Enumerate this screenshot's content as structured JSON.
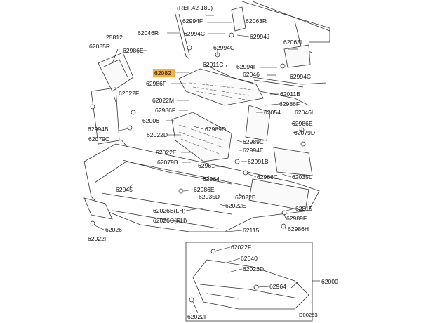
{
  "diagram": {
    "highlight_color": "#f5a623",
    "ref_label": "(REF.42-180)",
    "diagram_code": "D00253",
    "labels": {
      "l62063R": "62063R",
      "l62046R": "62046R",
      "l62994F_a": "62994F",
      "l62994C_a": "62994C",
      "l62994J": "62994J",
      "l25812": "25812",
      "l62035R": "62035R",
      "l62986E_a": "62986E",
      "l62063L": "62063L",
      "l62994G": "62994G",
      "l62011C": "62011C",
      "l62994F_b": "62994F",
      "l62082": "62082",
      "l62046": "62046",
      "l62994C_b": "62994C",
      "l62986F_a": "62986F",
      "l62022F_a": "62022F",
      "l62011B": "62011B",
      "l62022M": "62022M",
      "l62986F_b": "62986F",
      "l62986F_c": "62986F",
      "l62046L": "62046L",
      "l62054": "62054",
      "l62006": "62006",
      "l62994B": "62994B",
      "l62022D_a": "62022D",
      "l62989D": "62989D",
      "l62986E_b": "62986E",
      "l62079D": "62079D",
      "l62079C": "62079C",
      "l62989C": "62989C",
      "l62994E": "62994E",
      "l62022E_a": "62022E",
      "l62079B": "62079B",
      "l62991B": "62991B",
      "l62961": "62961",
      "l62964_a": "62964",
      "l62986C": "62986C",
      "l62035L": "62035L",
      "l62045": "62045",
      "l62986E_c": "62986E",
      "l62022B": "62022B",
      "l62035D": "62035D",
      "l62022E_b": "62022E",
      "l62815": "62815",
      "l62026B": "62026B(LH)",
      "l62026C": "62026C(RH)",
      "l62989F": "62989F",
      "l62986H": "62986H",
      "l62026": "62026",
      "l62115": "62115",
      "l62022F_b": "62022F",
      "l62022F_c": "62022F",
      "l62040": "62040",
      "l62022D_b": "62022D",
      "l62000": "62000",
      "l62964_b": "62964",
      "l62022F_d": "62022F"
    }
  }
}
